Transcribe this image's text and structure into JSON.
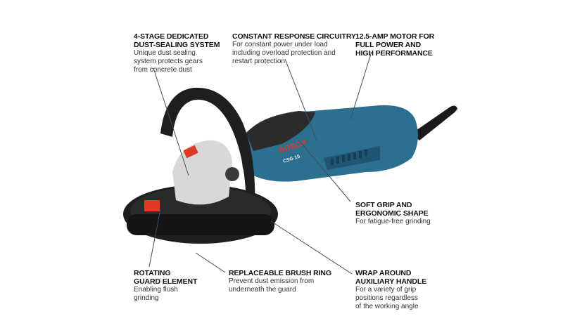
{
  "product": {
    "brand": "BOSCH",
    "model": "CSG 15",
    "colors": {
      "body": "#2d6f8f",
      "body_dark": "#1f5573",
      "grip": "#2b2b2b",
      "guard": "#1e1e1e",
      "accent": "#e03a24",
      "gearhead": "#d8d8d8",
      "leader": "#3d4f63"
    }
  },
  "callouts": [
    {
      "id": "dust-sealing",
      "title": "4-STAGE DEDICATED\nDUST-SEALING SYSTEM",
      "desc": "Unique dust sealing\nsystem protects gears\nfrom concrete dust"
    },
    {
      "id": "circuitry",
      "title": "CONSTANT RESPONSE CIRCUITRY",
      "desc": "For constant power under load\nincluding overload protection and\nrestart protection"
    },
    {
      "id": "motor",
      "title": "12.5-AMP MOTOR FOR\nFULL POWER AND\nHIGH PERFORMANCE",
      "desc": ""
    },
    {
      "id": "soft-grip",
      "title": "SOFT GRIP AND\nERGONOMIC SHAPE",
      "desc": "For fatigue-free grinding"
    },
    {
      "id": "rotating-guard",
      "title": "ROTATING\nGUARD ELEMENT",
      "desc": "Enabling flush\ngrinding"
    },
    {
      "id": "brush-ring",
      "title": "REPLACEABLE BRUSH RING",
      "desc": "Prevent dust emission from\nunderneath the guard"
    },
    {
      "id": "aux-handle",
      "title": "WRAP AROUND\nAUXILIARY HANDLE",
      "desc": "For a variety of grip\npositions regardless\nof the working angle"
    }
  ]
}
